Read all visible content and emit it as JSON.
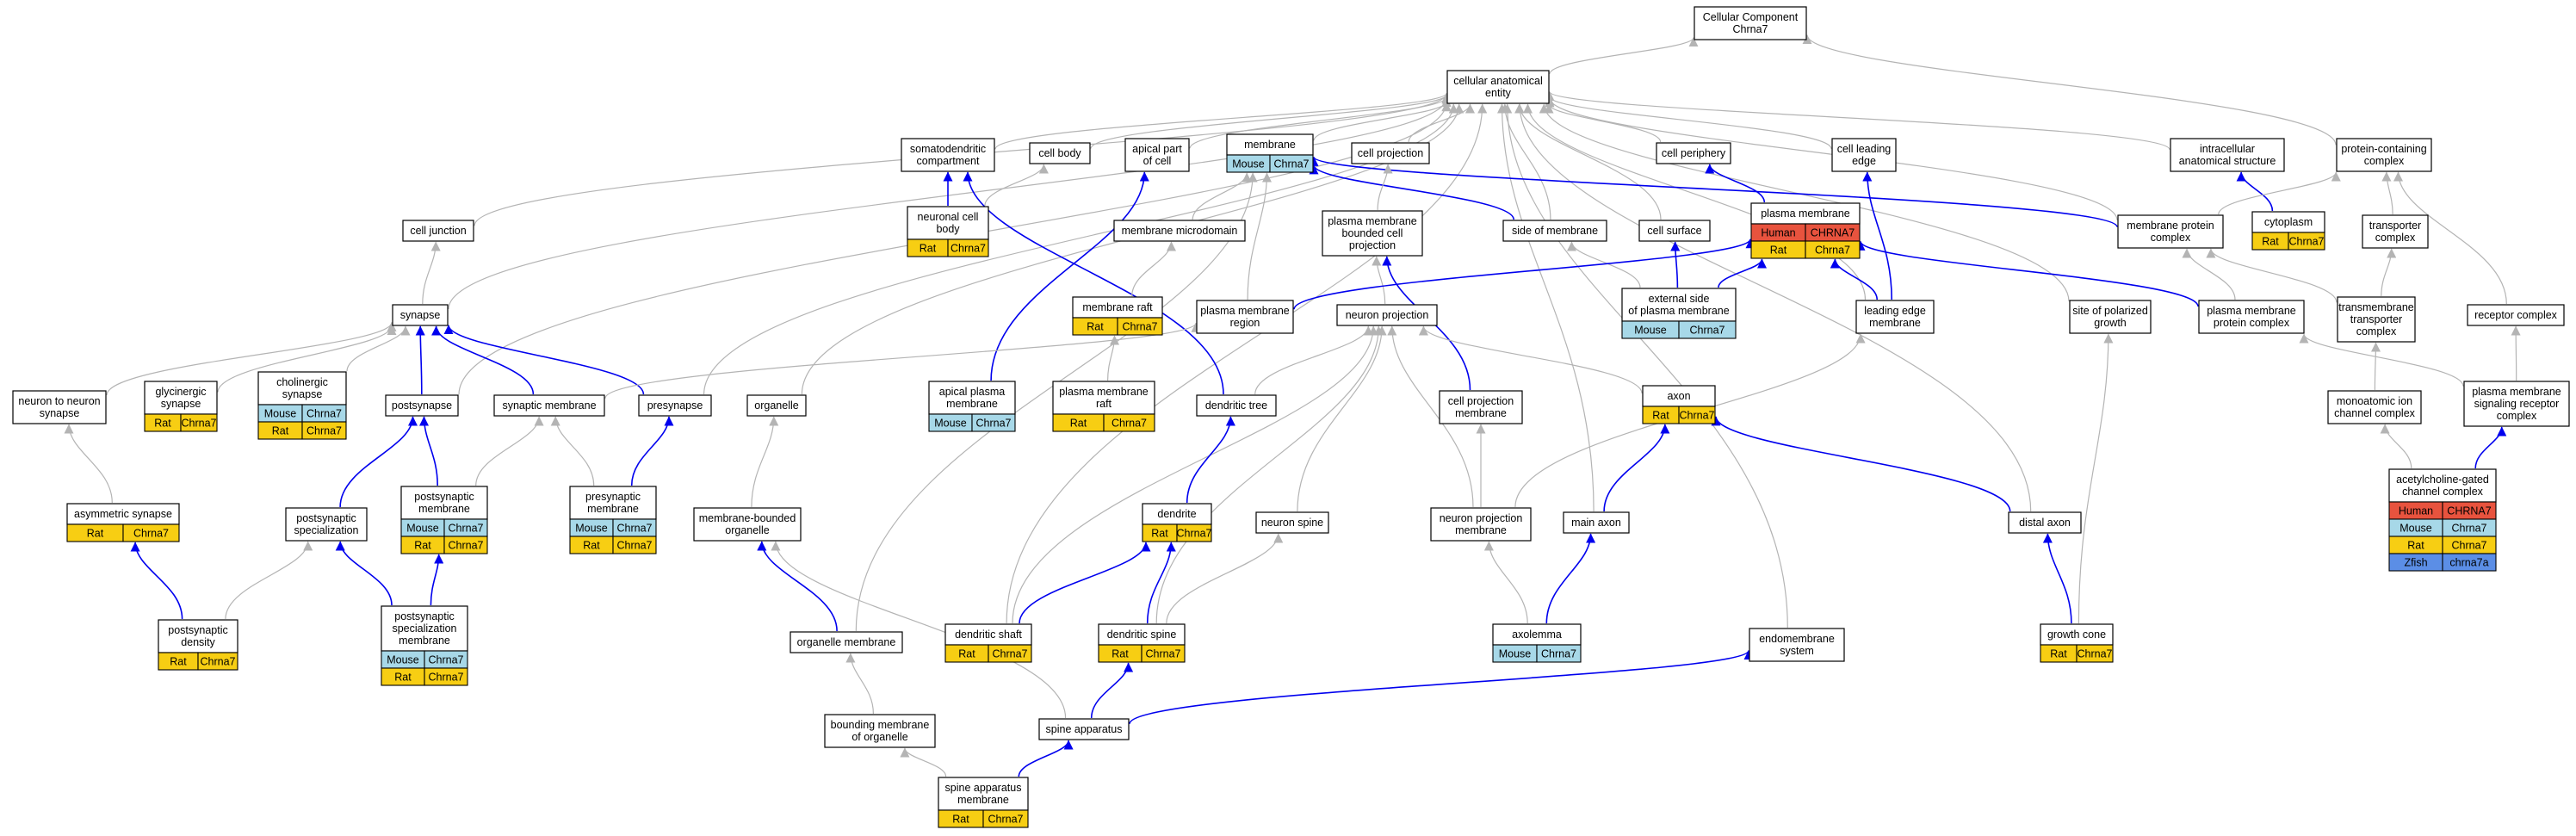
{
  "colors": {
    "species": {
      "Human": "#e8533e",
      "Mouse": "#a7d8e8",
      "Rat": "#f7ce13",
      "Zfish": "#5b8ee6"
    },
    "edge_gray": "#b4b4b4",
    "edge_blue": "#0000ee"
  },
  "nodes": [
    {
      "id": "root",
      "lines": [
        "Cellular Component",
        "Chrna7"
      ],
      "genes": []
    },
    {
      "id": "cae",
      "lines": [
        "cellular anatomical",
        "entity"
      ],
      "genes": []
    },
    {
      "id": "sdc",
      "lines": [
        "somatodendritic",
        "compartment"
      ],
      "genes": []
    },
    {
      "id": "cellbody",
      "lines": [
        "cell body"
      ],
      "genes": []
    },
    {
      "id": "apical",
      "lines": [
        "apical part",
        "of cell"
      ],
      "genes": []
    },
    {
      "id": "membrane",
      "lines": [
        "membrane"
      ],
      "genes": [
        [
          "Mouse",
          "Chrna7"
        ]
      ]
    },
    {
      "id": "cellproj",
      "lines": [
        "cell projection"
      ],
      "genes": []
    },
    {
      "id": "cellperiph",
      "lines": [
        "cell periphery"
      ],
      "genes": []
    },
    {
      "id": "cellleading",
      "lines": [
        "cell leading",
        "edge"
      ],
      "genes": []
    },
    {
      "id": "intracell",
      "lines": [
        "intracellular",
        "anatomical structure"
      ],
      "genes": []
    },
    {
      "id": "protcontain",
      "lines": [
        "protein-containing",
        "complex"
      ],
      "genes": []
    },
    {
      "id": "celljunction",
      "lines": [
        "cell junction"
      ],
      "genes": []
    },
    {
      "id": "neuronalcellbody",
      "lines": [
        "neuronal cell",
        "body"
      ],
      "genes": [
        [
          "Rat",
          "Chrna7"
        ]
      ]
    },
    {
      "id": "memmicro",
      "lines": [
        "membrane microdomain"
      ],
      "genes": []
    },
    {
      "id": "pmbcp",
      "lines": [
        "plasma membrane",
        "bounded cell",
        "projection"
      ],
      "genes": []
    },
    {
      "id": "sideofmem",
      "lines": [
        "side of membrane"
      ],
      "genes": []
    },
    {
      "id": "cellsurface",
      "lines": [
        "cell surface"
      ],
      "genes": []
    },
    {
      "id": "plasmamem",
      "lines": [
        "plasma membrane"
      ],
      "genes": [
        [
          "Human",
          "CHRNA7"
        ],
        [
          "Rat",
          "Chrna7"
        ]
      ]
    },
    {
      "id": "memprotcomplex",
      "lines": [
        "membrane protein",
        "complex"
      ],
      "genes": []
    },
    {
      "id": "cytoplasm",
      "lines": [
        "cytoplasm"
      ],
      "genes": [
        [
          "Rat",
          "Chrna7"
        ]
      ]
    },
    {
      "id": "transportercomplex",
      "lines": [
        "transporter",
        "complex"
      ],
      "genes": []
    },
    {
      "id": "synapse",
      "lines": [
        "synapse"
      ],
      "genes": []
    },
    {
      "id": "memraft",
      "lines": [
        "membrane raft"
      ],
      "genes": [
        [
          "Rat",
          "Chrna7"
        ]
      ]
    },
    {
      "id": "pmregion",
      "lines": [
        "plasma membrane",
        "region"
      ],
      "genes": []
    },
    {
      "id": "neuronproj",
      "lines": [
        "neuron projection"
      ],
      "genes": []
    },
    {
      "id": "extside",
      "lines": [
        "external side",
        "of plasma membrane"
      ],
      "genes": [
        [
          "Mouse",
          "Chrna7"
        ]
      ]
    },
    {
      "id": "leadingedgemem",
      "lines": [
        "leading edge",
        "membrane"
      ],
      "genes": []
    },
    {
      "id": "sitepolarized",
      "lines": [
        "site of polarized",
        "growth"
      ],
      "genes": []
    },
    {
      "id": "pmprotcomplex",
      "lines": [
        "plasma membrane",
        "protein complex"
      ],
      "genes": []
    },
    {
      "id": "tmtransporter",
      "lines": [
        "transmembrane",
        "transporter",
        "complex"
      ],
      "genes": []
    },
    {
      "id": "receptorcomplex",
      "lines": [
        "receptor complex"
      ],
      "genes": []
    },
    {
      "id": "n2nsynapse",
      "lines": [
        "neuron to neuron",
        "synapse"
      ],
      "genes": []
    },
    {
      "id": "glycinergic",
      "lines": [
        "glycinergic",
        "synapse"
      ],
      "genes": [
        [
          "Rat",
          "Chrna7"
        ]
      ]
    },
    {
      "id": "cholinergic",
      "lines": [
        "cholinergic",
        "synapse"
      ],
      "genes": [
        [
          "Mouse",
          "Chrna7"
        ],
        [
          "Rat",
          "Chrna7"
        ]
      ]
    },
    {
      "id": "postsynapse",
      "lines": [
        "postsynapse"
      ],
      "genes": []
    },
    {
      "id": "synmem",
      "lines": [
        "synaptic membrane"
      ],
      "genes": []
    },
    {
      "id": "presynapse",
      "lines": [
        "presynapse"
      ],
      "genes": []
    },
    {
      "id": "organelle",
      "lines": [
        "organelle"
      ],
      "genes": []
    },
    {
      "id": "apicalpm",
      "lines": [
        "apical plasma",
        "membrane"
      ],
      "genes": [
        [
          "Mouse",
          "Chrna7"
        ]
      ]
    },
    {
      "id": "pmraft",
      "lines": [
        "plasma membrane",
        "raft"
      ],
      "genes": [
        [
          "Rat",
          "Chrna7"
        ]
      ]
    },
    {
      "id": "dendritictree",
      "lines": [
        "dendritic tree"
      ],
      "genes": []
    },
    {
      "id": "cellprojmem",
      "lines": [
        "cell projection",
        "membrane"
      ],
      "genes": []
    },
    {
      "id": "axon",
      "lines": [
        "axon"
      ],
      "genes": [
        [
          "Rat",
          "Chrna7"
        ]
      ]
    },
    {
      "id": "monoatomic",
      "lines": [
        "monoatomic ion",
        "channel complex"
      ],
      "genes": []
    },
    {
      "id": "pmsignaling",
      "lines": [
        "plasma membrane",
        "signaling receptor",
        "complex"
      ],
      "genes": []
    },
    {
      "id": "asymsynapse",
      "lines": [
        "asymmetric synapse"
      ],
      "genes": [
        [
          "Rat",
          "Chrna7"
        ]
      ]
    },
    {
      "id": "postsynspec",
      "lines": [
        "postsynaptic",
        "specialization"
      ],
      "genes": []
    },
    {
      "id": "postsynmem",
      "lines": [
        "postsynaptic",
        "membrane"
      ],
      "genes": [
        [
          "Mouse",
          "Chrna7"
        ],
        [
          "Rat",
          "Chrna7"
        ]
      ]
    },
    {
      "id": "presynmem",
      "lines": [
        "presynaptic",
        "membrane"
      ],
      "genes": [
        [
          "Mouse",
          "Chrna7"
        ],
        [
          "Rat",
          "Chrna7"
        ]
      ]
    },
    {
      "id": "membound",
      "lines": [
        "membrane-bounded",
        "organelle"
      ],
      "genes": []
    },
    {
      "id": "dendrite",
      "lines": [
        "dendrite"
      ],
      "genes": [
        [
          "Rat",
          "Chrna7"
        ]
      ]
    },
    {
      "id": "neuronspine",
      "lines": [
        "neuron spine"
      ],
      "genes": []
    },
    {
      "id": "npmem",
      "lines": [
        "neuron projection",
        "membrane"
      ],
      "genes": []
    },
    {
      "id": "mainaxon",
      "lines": [
        "main axon"
      ],
      "genes": []
    },
    {
      "id": "distalaxon",
      "lines": [
        "distal axon"
      ],
      "genes": []
    },
    {
      "id": "achgated",
      "lines": [
        "acetylcholine-gated",
        "channel complex"
      ],
      "genes": [
        [
          "Human",
          "CHRNA7"
        ],
        [
          "Mouse",
          "Chrna7"
        ],
        [
          "Rat",
          "Chrna7"
        ],
        [
          "Zfish",
          "chrna7a"
        ]
      ]
    },
    {
      "id": "postsyndensity",
      "lines": [
        "postsynaptic",
        "density"
      ],
      "genes": [
        [
          "Rat",
          "Chrna7"
        ]
      ]
    },
    {
      "id": "psdmem",
      "lines": [
        "postsynaptic",
        "specialization",
        "membrane"
      ],
      "genes": [
        [
          "Mouse",
          "Chrna7"
        ],
        [
          "Rat",
          "Chrna7"
        ]
      ]
    },
    {
      "id": "organellemem",
      "lines": [
        "organelle membrane"
      ],
      "genes": []
    },
    {
      "id": "dendshaft",
      "lines": [
        "dendritic shaft"
      ],
      "genes": [
        [
          "Rat",
          "Chrna7"
        ]
      ]
    },
    {
      "id": "dendspine",
      "lines": [
        "dendritic spine"
      ],
      "genes": [
        [
          "Rat",
          "Chrna7"
        ]
      ]
    },
    {
      "id": "axolemma",
      "lines": [
        "axolemma"
      ],
      "genes": [
        [
          "Mouse",
          "Chrna7"
        ]
      ]
    },
    {
      "id": "endomem",
      "lines": [
        "endomembrane",
        "system"
      ],
      "genes": []
    },
    {
      "id": "growthcone",
      "lines": [
        "growth cone"
      ],
      "genes": [
        [
          "Rat",
          "Chrna7"
        ]
      ]
    },
    {
      "id": "boundingmem",
      "lines": [
        "bounding membrane",
        "of organelle"
      ],
      "genes": []
    },
    {
      "id": "spineapp",
      "lines": [
        "spine apparatus"
      ],
      "genes": []
    },
    {
      "id": "spineappmem",
      "lines": [
        "spine apparatus",
        "membrane"
      ],
      "genes": [
        [
          "Rat",
          "Chrna7"
        ]
      ]
    }
  ],
  "edges": [
    [
      "cae",
      "root",
      "g"
    ],
    [
      "protcontain",
      "root",
      "g"
    ],
    [
      "sdc",
      "cae",
      "g"
    ],
    [
      "cellbody",
      "cae",
      "g"
    ],
    [
      "apical",
      "cae",
      "g"
    ],
    [
      "membrane",
      "cae",
      "g"
    ],
    [
      "cellproj",
      "cae",
      "g"
    ],
    [
      "cellperiph",
      "cae",
      "g"
    ],
    [
      "cellleading",
      "cae",
      "g"
    ],
    [
      "intracell",
      "cae",
      "g"
    ],
    [
      "celljunction",
      "cae",
      "g"
    ],
    [
      "synapse",
      "cae",
      "g"
    ],
    [
      "organelle",
      "cae",
      "g"
    ],
    [
      "presynapse",
      "cae",
      "g"
    ],
    [
      "sideofmem",
      "cae",
      "g"
    ],
    [
      "cellsurface",
      "cae",
      "g"
    ],
    [
      "dendshaft",
      "cae",
      "g"
    ],
    [
      "mainaxon",
      "cae",
      "g"
    ],
    [
      "leadingedgemem",
      "cae",
      "g"
    ],
    [
      "sitepolarized",
      "cae",
      "g"
    ],
    [
      "endomem",
      "cae",
      "g"
    ],
    [
      "distalaxon",
      "cae",
      "g"
    ],
    [
      "postsynapse",
      "cae",
      "g"
    ],
    [
      "memprotcomplex",
      "cae",
      "g"
    ],
    [
      "neuronalcellbody",
      "sdc",
      "b"
    ],
    [
      "neuronalcellbody",
      "cellbody",
      "g"
    ],
    [
      "dendritictree",
      "sdc",
      "b"
    ],
    [
      "apicalpm",
      "apical",
      "b"
    ],
    [
      "memmicro",
      "membrane",
      "g"
    ],
    [
      "pmregion",
      "membrane",
      "g"
    ],
    [
      "sideofmem",
      "membrane",
      "b"
    ],
    [
      "memprotcomplex",
      "membrane",
      "b"
    ],
    [
      "plasmamem",
      "cellperiph",
      "b"
    ],
    [
      "leadingedgemem",
      "cellleading",
      "b"
    ],
    [
      "cytoplasm",
      "intracell",
      "b"
    ],
    [
      "memprotcomplex",
      "protcontain",
      "g"
    ],
    [
      "transportercomplex",
      "protcontain",
      "g"
    ],
    [
      "receptorcomplex",
      "protcontain",
      "g"
    ],
    [
      "synapse",
      "celljunction",
      "g"
    ],
    [
      "memraft",
      "memmicro",
      "g"
    ],
    [
      "pmbcp",
      "cellproj",
      "g"
    ],
    [
      "neuronproj",
      "pmbcp",
      "g"
    ],
    [
      "cellprojmem",
      "pmbcp",
      "b"
    ],
    [
      "extside",
      "sideofmem",
      "g"
    ],
    [
      "extside",
      "cellsurface",
      "b"
    ],
    [
      "extside",
      "plasmamem",
      "b"
    ],
    [
      "pmregion",
      "plasmamem",
      "b"
    ],
    [
      "leadingedgemem",
      "plasmamem",
      "b"
    ],
    [
      "pmprotcomplex",
      "plasmamem",
      "b"
    ],
    [
      "pmprotcomplex",
      "memprotcomplex",
      "g"
    ],
    [
      "tmtransporter",
      "memprotcomplex",
      "g"
    ],
    [
      "tmtransporter",
      "transportercomplex",
      "g"
    ],
    [
      "pmsignaling",
      "pmprotcomplex",
      "g"
    ],
    [
      "pmsignaling",
      "receptorcomplex",
      "g"
    ],
    [
      "n2nsynapse",
      "synapse",
      "g"
    ],
    [
      "glycinergic",
      "synapse",
      "g"
    ],
    [
      "cholinergic",
      "synapse",
      "g"
    ],
    [
      "postsynapse",
      "synapse",
      "b"
    ],
    [
      "synmem",
      "synapse",
      "b"
    ],
    [
      "presynapse",
      "synapse",
      "b"
    ],
    [
      "pmraft",
      "memraft",
      "g"
    ],
    [
      "synmem",
      "pmregion",
      "g"
    ],
    [
      "dendritictree",
      "neuronproj",
      "g"
    ],
    [
      "axon",
      "neuronproj",
      "g"
    ],
    [
      "npmem",
      "neuronproj",
      "g"
    ],
    [
      "dendshaft",
      "neuronproj",
      "g"
    ],
    [
      "dendspine",
      "neuronproj",
      "g"
    ],
    [
      "neuronspine",
      "neuronproj",
      "g"
    ],
    [
      "dendrite",
      "dendritictree",
      "b"
    ],
    [
      "mainaxon",
      "axon",
      "b"
    ],
    [
      "distalaxon",
      "axon",
      "b"
    ],
    [
      "monoatomic",
      "tmtransporter",
      "g"
    ],
    [
      "achgated",
      "monoatomic",
      "g"
    ],
    [
      "achgated",
      "pmsignaling",
      "b"
    ],
    [
      "asymsynapse",
      "n2nsynapse",
      "g"
    ],
    [
      "postsynspec",
      "postsynapse",
      "b"
    ],
    [
      "postsynmem",
      "postsynapse",
      "b"
    ],
    [
      "postsynmem",
      "synmem",
      "g"
    ],
    [
      "presynmem",
      "synmem",
      "g"
    ],
    [
      "presynmem",
      "presynapse",
      "b"
    ],
    [
      "membound",
      "organelle",
      "g"
    ],
    [
      "npmem",
      "cellprojmem",
      "g"
    ],
    [
      "npmem",
      "leadingedgemem",
      "g"
    ],
    [
      "postsyndensity",
      "asymsynapse",
      "b"
    ],
    [
      "postsyndensity",
      "postsynspec",
      "g"
    ],
    [
      "psdmem",
      "postsynspec",
      "b"
    ],
    [
      "psdmem",
      "postsynmem",
      "b"
    ],
    [
      "organellemem",
      "membound",
      "b"
    ],
    [
      "organellemem",
      "membrane",
      "g"
    ],
    [
      "dendshaft",
      "dendrite",
      "b"
    ],
    [
      "dendspine",
      "dendrite",
      "b"
    ],
    [
      "dendspine",
      "neuronspine",
      "g"
    ],
    [
      "axolemma",
      "mainaxon",
      "b"
    ],
    [
      "axolemma",
      "npmem",
      "g"
    ],
    [
      "growthcone",
      "distalaxon",
      "b"
    ],
    [
      "growthcone",
      "sitepolarized",
      "g"
    ],
    [
      "boundingmem",
      "organellemem",
      "g"
    ],
    [
      "spineapp",
      "dendspine",
      "b"
    ],
    [
      "spineapp",
      "endomem",
      "b"
    ],
    [
      "spineapp",
      "membound",
      "g"
    ],
    [
      "spineappmem",
      "spineapp",
      "b"
    ],
    [
      "spineappmem",
      "boundingmem",
      "g"
    ]
  ]
}
